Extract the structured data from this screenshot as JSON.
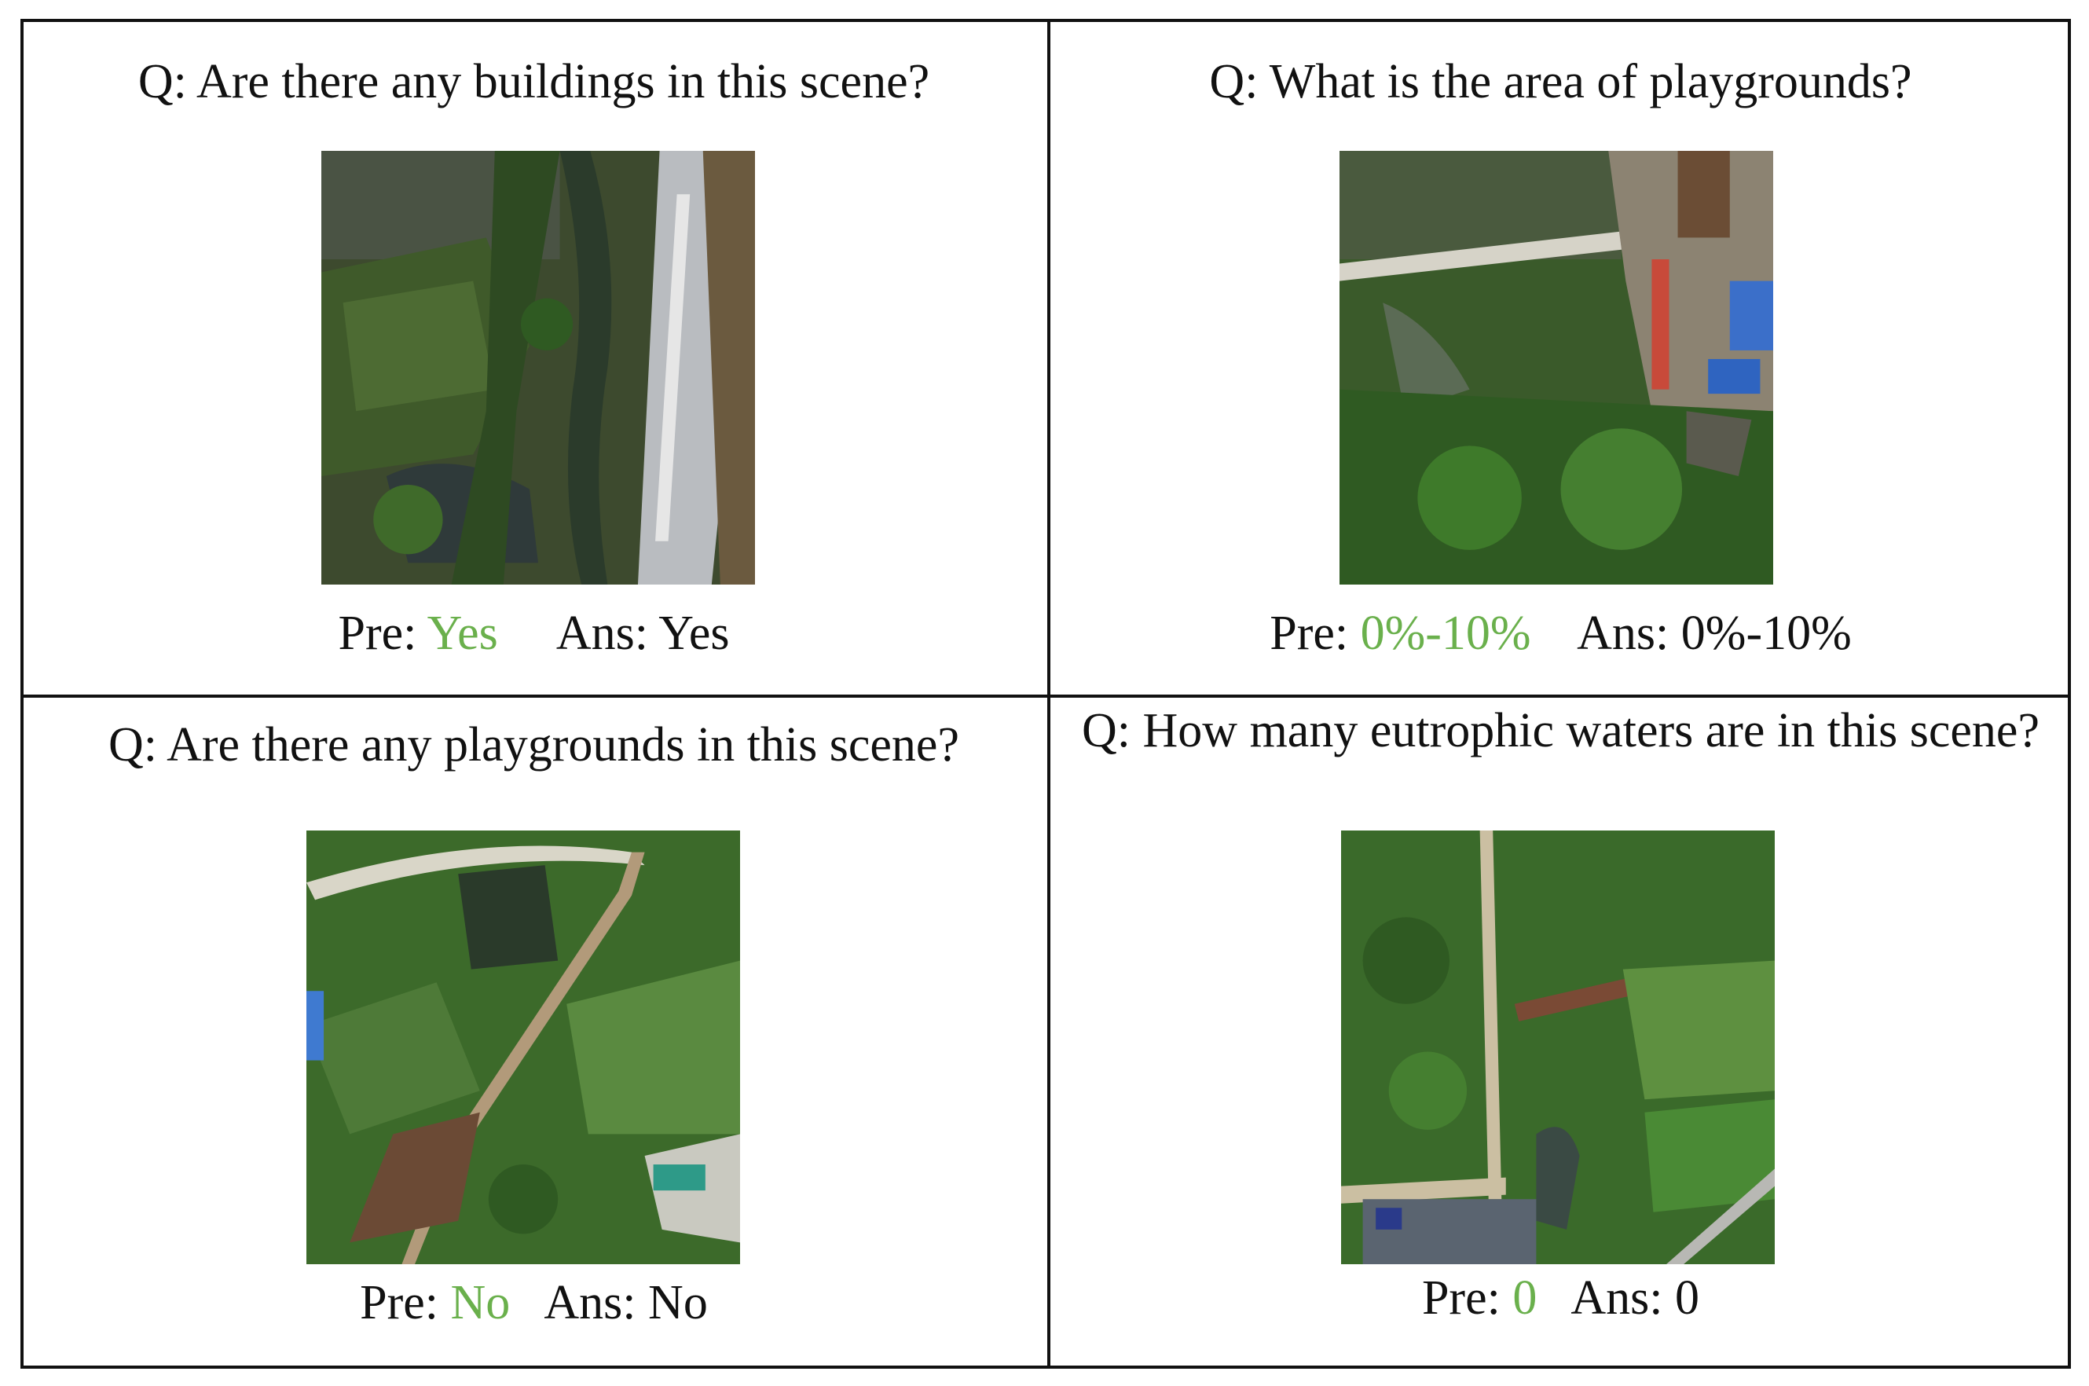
{
  "panels": [
    {
      "question": "Q: Are there any buildings in this scene?",
      "pre_label": "Pre:",
      "pred": "Yes",
      "ans_label": "Ans:",
      "ans": "Yes"
    },
    {
      "question": "Q: What is the area of playgrounds?",
      "pre_label": "Pre:",
      "pred": "0%-10%",
      "ans_label": "Ans:",
      "ans": "0%-10%"
    },
    {
      "question": "Q: Are there any playgrounds in this scene?",
      "pre_label": "Pre:",
      "pred": "No",
      "ans_label": "Ans:",
      "ans": "No"
    },
    {
      "question": "Q: How many eutrophic waters are in this scene?",
      "pre_label": "Pre:",
      "pred": "0",
      "ans_label": "Ans:",
      "ans": "0"
    }
  ],
  "colors": {
    "prediction": "#6ab04c",
    "border": "#111111"
  }
}
